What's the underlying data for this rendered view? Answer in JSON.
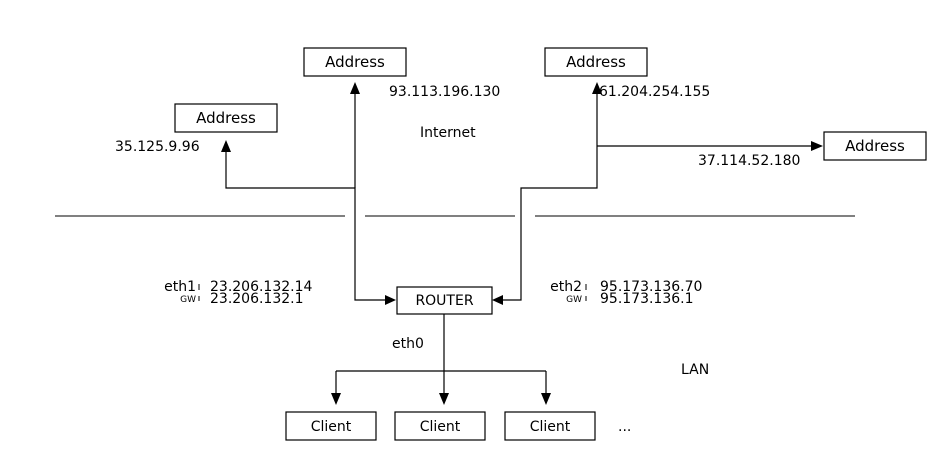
{
  "internet_label": "Internet",
  "lan_label": "LAN",
  "router_label": "ROUTER",
  "eth0_label": "eth0",
  "addresses": [
    {
      "label": "Address",
      "ip": "35.125.9.96"
    },
    {
      "label": "Address",
      "ip": "93.113.196.130"
    },
    {
      "label": "Address",
      "ip": "61.204.254.155"
    },
    {
      "label": "Address",
      "ip": "37.114.52.180"
    }
  ],
  "interfaces": {
    "eth1": {
      "name": "eth1",
      "ip": "23.206.132.14",
      "gw_label": "GW",
      "gw": "23.206.132.1"
    },
    "eth2": {
      "name": "eth2",
      "ip": "95.173.136.70",
      "gw_label": "GW",
      "gw": "95.173.136.1"
    }
  },
  "clients": [
    "Client",
    "Client",
    "Client"
  ],
  "clients_more": "..."
}
